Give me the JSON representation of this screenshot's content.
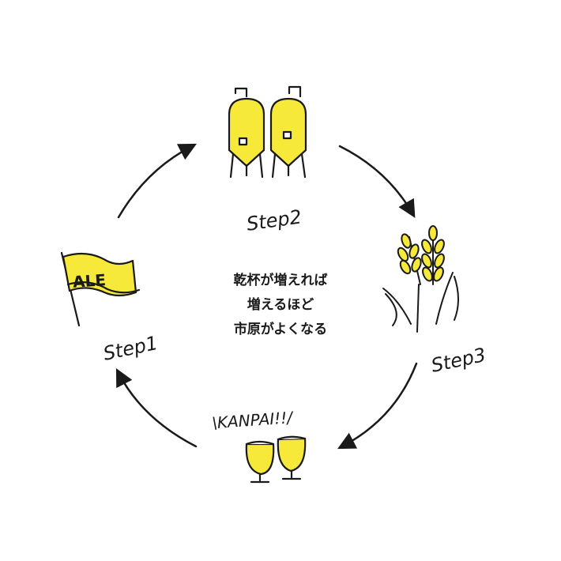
{
  "center_message": {
    "line1": "乾杯が増えれば",
    "line2": "増えるほど",
    "line3": "市原がよくなる"
  },
  "steps": {
    "step1": "Step1",
    "step2": "Step2",
    "step3": "Step3"
  },
  "flag_text": "ALE",
  "kanpai_text": "\\KANPAI!!/",
  "colors": {
    "accent": "#f7e93a",
    "ink": "#1a1a1a"
  }
}
